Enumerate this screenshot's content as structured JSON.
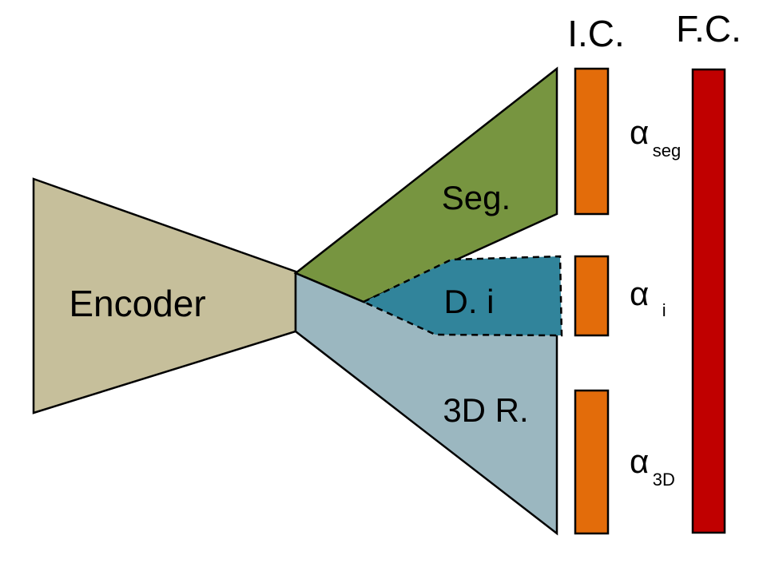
{
  "colors": {
    "encoder": "#c6bf9b",
    "seg": "#779540",
    "depth": "#31849b",
    "recon": "#9bb7c0",
    "intermediate_bar": "#e36c0a",
    "final_bar": "#c00000",
    "stroke": "#000000"
  },
  "encoder": {
    "label": "Encoder"
  },
  "branches": {
    "seg": {
      "label": "Seg."
    },
    "depth": {
      "label": "D. i"
    },
    "recon": {
      "label": "3D R."
    }
  },
  "headers": {
    "intermediate": "I.C.",
    "final": "F.C."
  },
  "weights": {
    "seg": {
      "symbol": "α",
      "subscript": "seg"
    },
    "depth": {
      "symbol": "α",
      "subscript": "i"
    },
    "recon": {
      "symbol": "α",
      "subscript": "3D"
    }
  }
}
